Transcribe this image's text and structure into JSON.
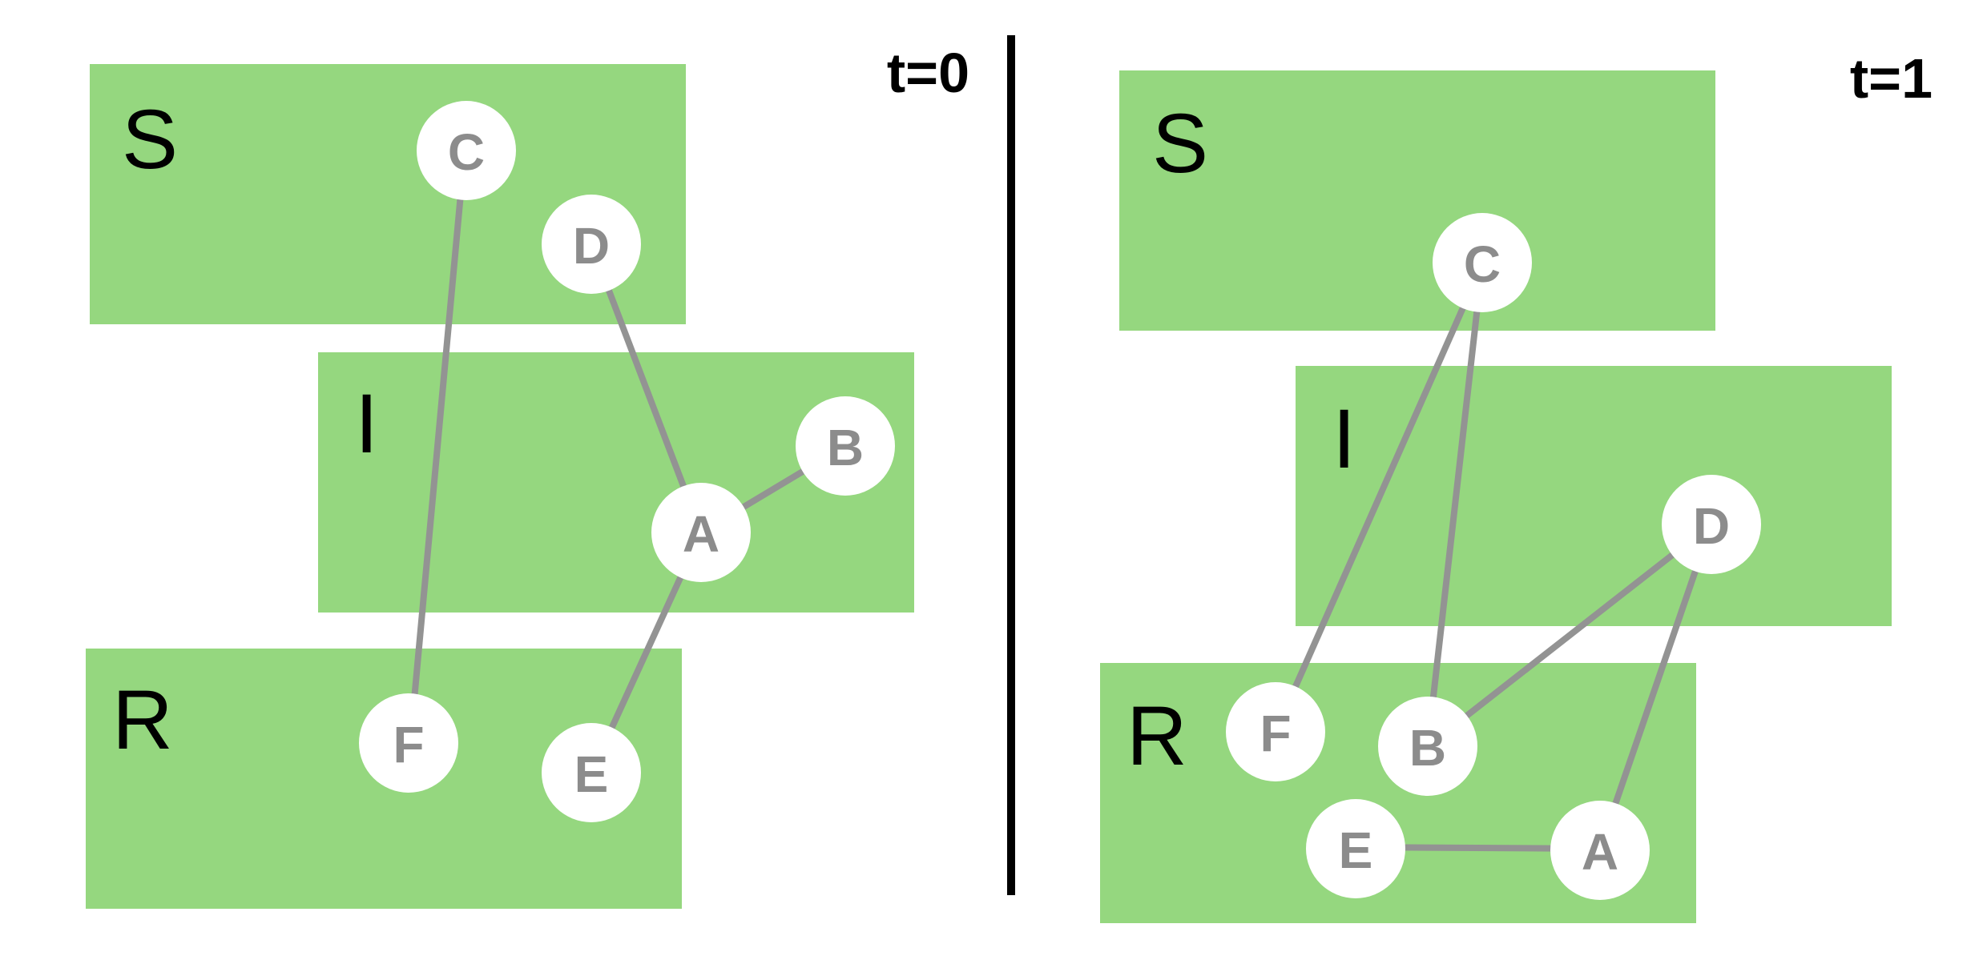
{
  "panels": [
    {
      "time_label": "t=0",
      "compartments": [
        {
          "id": "S",
          "label": "S"
        },
        {
          "id": "I",
          "label": "I"
        },
        {
          "id": "R",
          "label": "R"
        }
      ],
      "nodes": [
        {
          "id": "C",
          "label": "C",
          "compartment": "S"
        },
        {
          "id": "D",
          "label": "D",
          "compartment": "S"
        },
        {
          "id": "B",
          "label": "B",
          "compartment": "I"
        },
        {
          "id": "A",
          "label": "A",
          "compartment": "I"
        },
        {
          "id": "F",
          "label": "F",
          "compartment": "R"
        },
        {
          "id": "E",
          "label": "E",
          "compartment": "R"
        }
      ],
      "edges": [
        [
          "C",
          "F"
        ],
        [
          "D",
          "A"
        ],
        [
          "A",
          "B"
        ],
        [
          "A",
          "E"
        ]
      ]
    },
    {
      "time_label": "t=1",
      "compartments": [
        {
          "id": "S",
          "label": "S"
        },
        {
          "id": "I",
          "label": "I"
        },
        {
          "id": "R",
          "label": "R"
        }
      ],
      "nodes": [
        {
          "id": "C",
          "label": "C",
          "compartment": "S"
        },
        {
          "id": "D",
          "label": "D",
          "compartment": "I"
        },
        {
          "id": "F",
          "label": "F",
          "compartment": "R"
        },
        {
          "id": "B",
          "label": "B",
          "compartment": "R"
        },
        {
          "id": "E",
          "label": "E",
          "compartment": "R"
        },
        {
          "id": "A",
          "label": "A",
          "compartment": "R"
        }
      ],
      "edges": [
        [
          "C",
          "F"
        ],
        [
          "C",
          "B"
        ],
        [
          "D",
          "B"
        ],
        [
          "D",
          "A"
        ],
        [
          "E",
          "A"
        ]
      ]
    }
  ],
  "colors": {
    "compartment_fill": "#95d77f",
    "edge": "#939393",
    "node_fill": "#ffffff",
    "node_text": "#8c8c8c",
    "divider": "#000000"
  }
}
